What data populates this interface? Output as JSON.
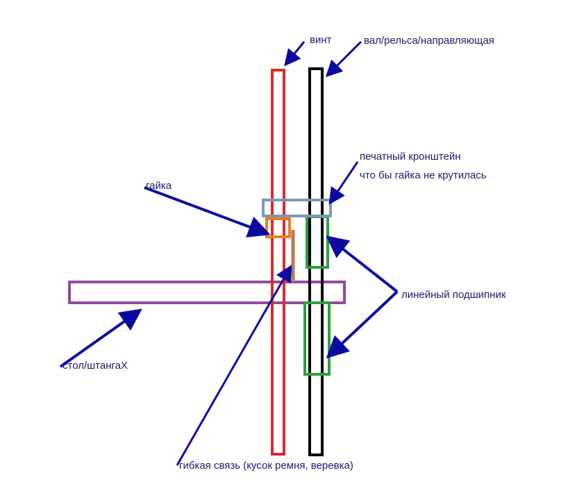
{
  "labels": {
    "screw": "винт",
    "shaft": "вал/рельса/направляющая",
    "bracket_line1": "печатный кронштейн",
    "bracket_line2": "что бы гайка не крутилась",
    "nut": "гайка",
    "linear_bearing": "линейный подшипник",
    "table": "стол/штангаX",
    "flexible_link": "гибкая связь (кусок ремня, веревка)"
  },
  "colors": {
    "screw": "#d62b2b",
    "shaft": "#000000",
    "bracket": "#7a99b8",
    "nut": "#f07a1e",
    "flex_link": "#b87a50",
    "bearing": "#2aa040",
    "table": "#8e4c9e",
    "arrow": "#0a0aa0",
    "text": "#1a1a6e"
  }
}
